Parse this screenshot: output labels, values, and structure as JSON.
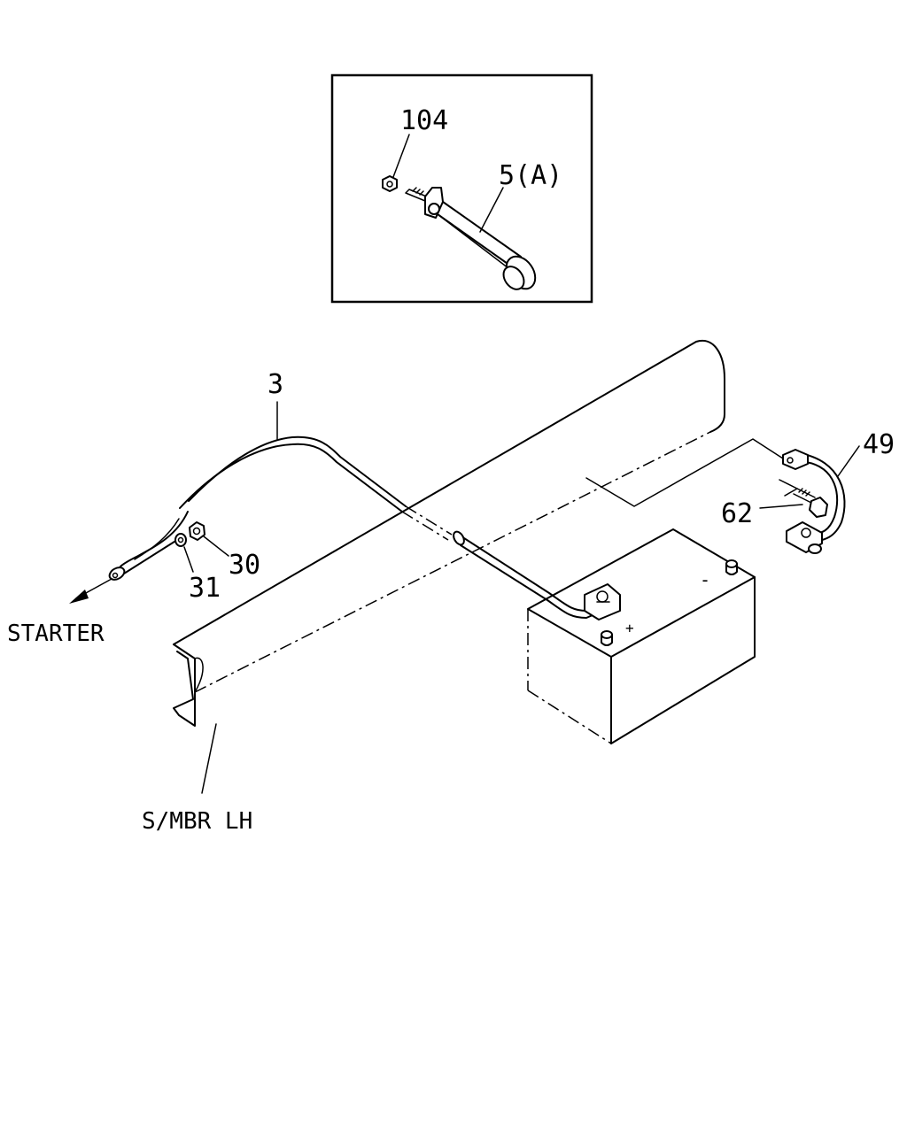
{
  "parts": {
    "nut_104": "104",
    "cable_5a": "5(A)",
    "cable_3": "3",
    "cable_49": "49",
    "bolt_62": "62",
    "nut_30": "30",
    "washer_31": "31"
  },
  "annotations": {
    "starter": "STARTER",
    "side_member": "S/MBR LH",
    "battery_plus": "+",
    "battery_minus": "-"
  }
}
